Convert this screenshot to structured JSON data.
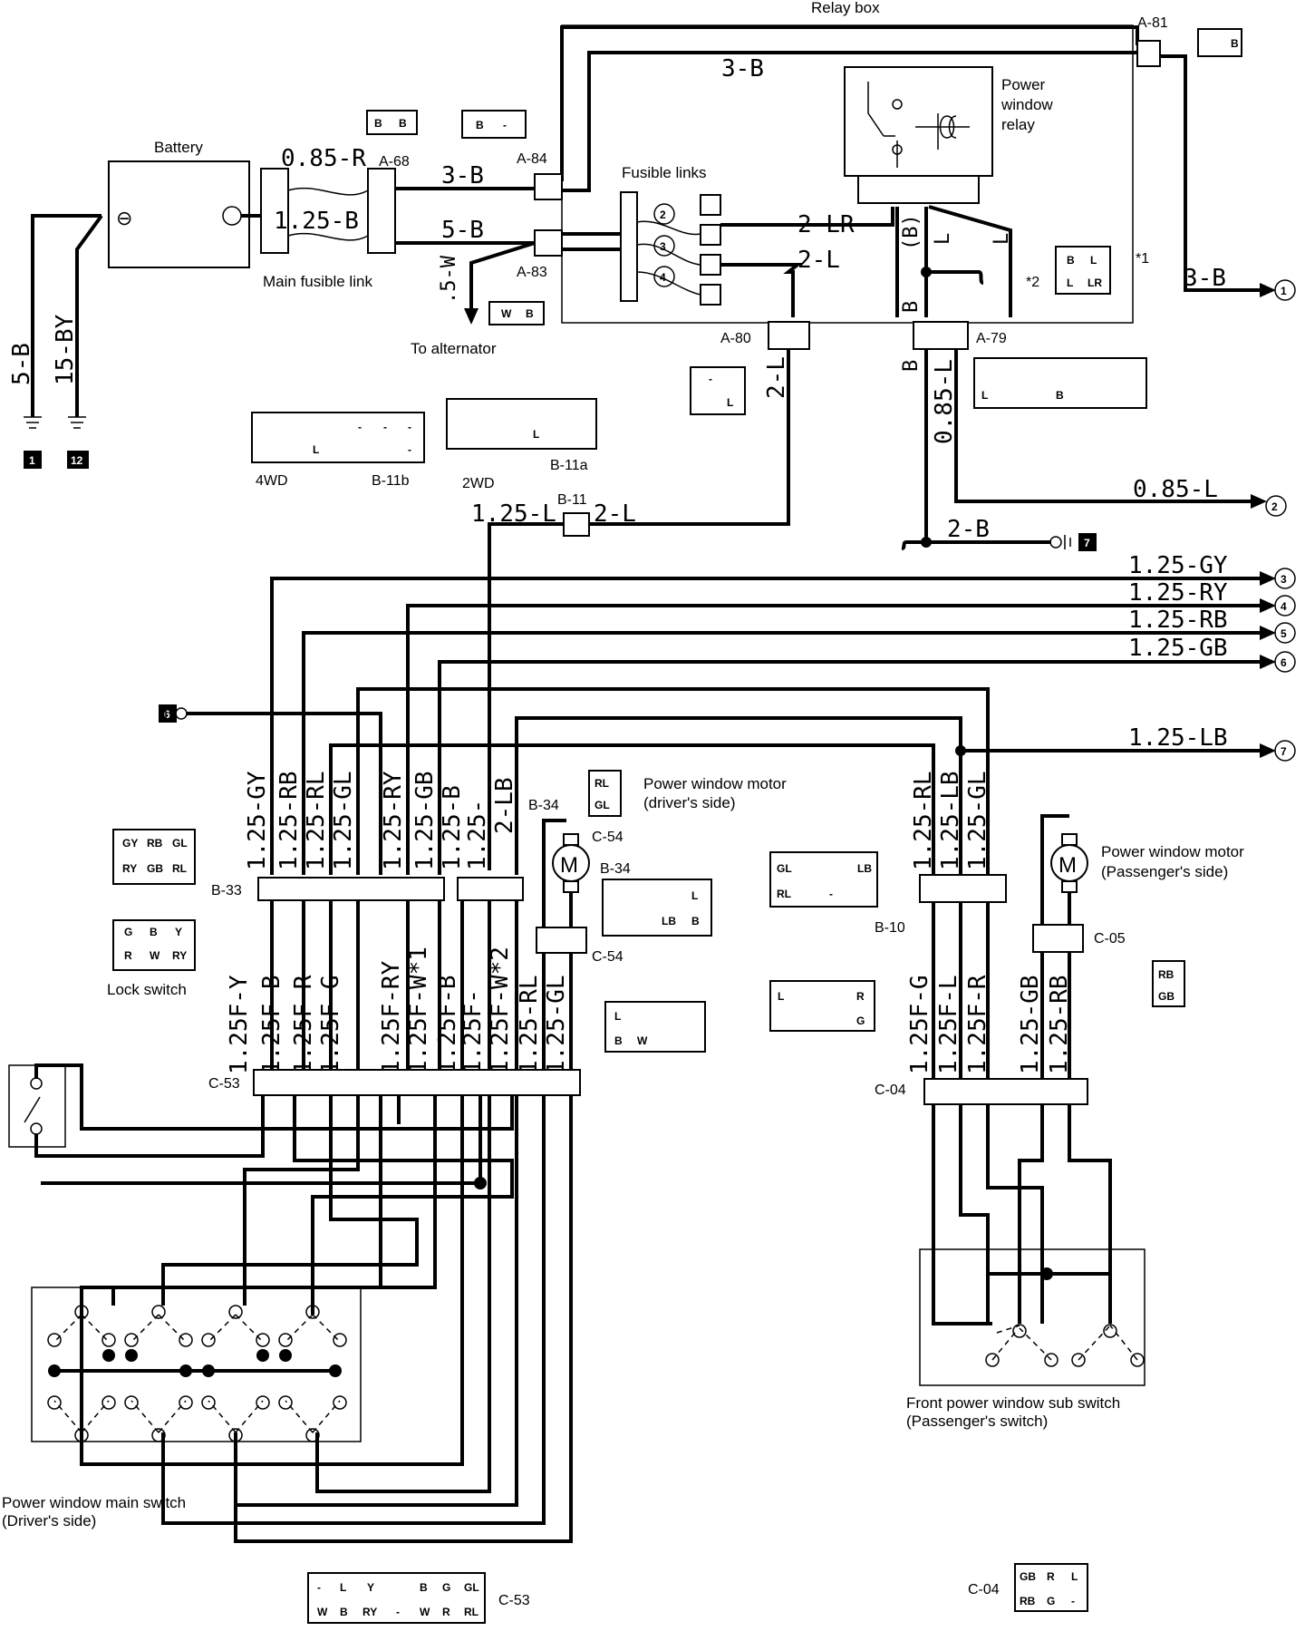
{
  "labels": {
    "relay_box": "Relay box",
    "battery": "Battery",
    "minus": "⊖",
    "main_fusible_link": "Main fusible link",
    "fusible_links": "Fusible links",
    "power_window_relay_1": "Power",
    "power_window_relay_2": "window",
    "power_window_relay_3": "relay",
    "to_alternator": "To alternator",
    "pw_motor_driver_1": "Power window motor",
    "pw_motor_driver_2": "(driver's side)",
    "pw_motor_pass_1": "Power window motor",
    "pw_motor_pass_2": "(Passenger's side)",
    "lock_switch": "Lock switch",
    "main_switch_1": "Power window main switch",
    "main_switch_2": "(Driver's side)",
    "sub_switch_1": "Front power window sub switch",
    "sub_switch_2": "(Passenger's switch)",
    "label_4wd": "4WD",
    "label_2wd": "2WD",
    "motor": "M",
    "star1": "*1",
    "star2": "*2"
  },
  "connectors": {
    "a81": "A-81",
    "a84": "A-84",
    "a83": "A-83",
    "a68": "A-68",
    "a80": "A-80",
    "a79": "A-79",
    "b11": "B-11",
    "b11a": "B-11a",
    "b11b": "B-11b",
    "b33": "B-33",
    "b34": "B-34",
    "b34b": "B-34",
    "c54": "C-54",
    "c54b": "C-54",
    "c53": "C-53",
    "c53b": "C-53",
    "b10": "B-10",
    "c05": "C-05",
    "c04": "C-04",
    "c04b": "C-04"
  },
  "grounds": {
    "g1": "1",
    "g12": "12",
    "g6": "6",
    "g7": "7"
  },
  "circles": {
    "c1": "1",
    "c2": "2",
    "c3": "3",
    "c4": "4",
    "c5": "5",
    "c6": "6",
    "c7": "7",
    "f2": "2",
    "f3": "3",
    "f4": "4"
  },
  "wires": {
    "w085r": "0.85-R",
    "w3b_a": "3-B",
    "w125b": "1.25-B",
    "w5b": "5-B",
    "w5w": ".5-W",
    "w3b_top": "3-B",
    "w2lr": "2-LR",
    "w2l_1": "2-L",
    "wbb": "(B)",
    "wl2": "L",
    "wl_diag": "L",
    "w3b_out": "3-B",
    "w5b_g": "5-B",
    "w15by": "15-BY",
    "w2l_v": "2-L",
    "wb_a": "B",
    "wb_b": "B",
    "w085l_v": "0.85-L",
    "w085l_h": "0.85-L",
    "w125l": "1.25-L",
    "w2l_h": "2-L",
    "w2b": "2-B",
    "w125gy_h": "1.25-GY",
    "w125ry_h": "1.25-RY",
    "w125rb_h": "1.25-RB",
    "w125gb_h": "1.25-GB",
    "w125lb_h": "1.25-LB",
    "b33_v": [
      "1.25-GY",
      "1.25-RB",
      "1.25-RL",
      "1.25-GL",
      "1.25-RY",
      "1.25-GB",
      "1.25-B",
      "1.25-",
      "2-LB"
    ],
    "c53_v": [
      "1.25F-Y",
      "1.25F-B",
      "1.25F-R",
      "1.25F-G",
      "1.25F-RY",
      "1.25F-W*1",
      "1.25F-B",
      "1.25F-",
      "1.25F-W*2",
      "1.25-RL",
      "1.25-GL"
    ],
    "b10_v": [
      "1.25-RL",
      "1.25-LB",
      "1.25-GL"
    ],
    "c04_v": [
      "1.25F-G",
      "1.25F-L",
      "1.25F-R",
      "1.25-GB",
      "1.25-RB"
    ]
  },
  "pins": {
    "a81": [
      "B"
    ],
    "a68": [
      "B",
      "B"
    ],
    "a84": [
      "B",
      "-"
    ],
    "a83": [
      "W",
      "B"
    ],
    "relay": [
      "B",
      "L",
      "L",
      "LR"
    ],
    "a80": [
      "-",
      "L"
    ],
    "a79": [
      "L",
      "B"
    ],
    "b11b": [
      "-",
      "-",
      "-",
      "L",
      "-"
    ],
    "b11a": [
      "L"
    ],
    "b33": [
      "GY",
      "RB",
      "GL",
      "RY",
      "GB",
      "RL"
    ],
    "lock": [
      "G",
      "B",
      "Y",
      "R",
      "W",
      "RY"
    ],
    "b34m": [
      "RL",
      "GL"
    ],
    "b34": [
      "L",
      "LB",
      "B"
    ],
    "b10": [
      "GL",
      "LB",
      "RL",
      "-"
    ],
    "c54": [
      "L",
      "B",
      "W"
    ],
    "c05c": [
      "L",
      "R",
      "G"
    ],
    "c05m": [
      "RB",
      "GB"
    ],
    "c53": [
      "-",
      "L",
      "Y",
      "B",
      "G",
      "GL",
      "W",
      "B",
      "RY",
      "-",
      "W",
      "R",
      "RL"
    ],
    "c04": [
      "GB",
      "R",
      "L",
      "RB",
      "G",
      "-"
    ]
  }
}
